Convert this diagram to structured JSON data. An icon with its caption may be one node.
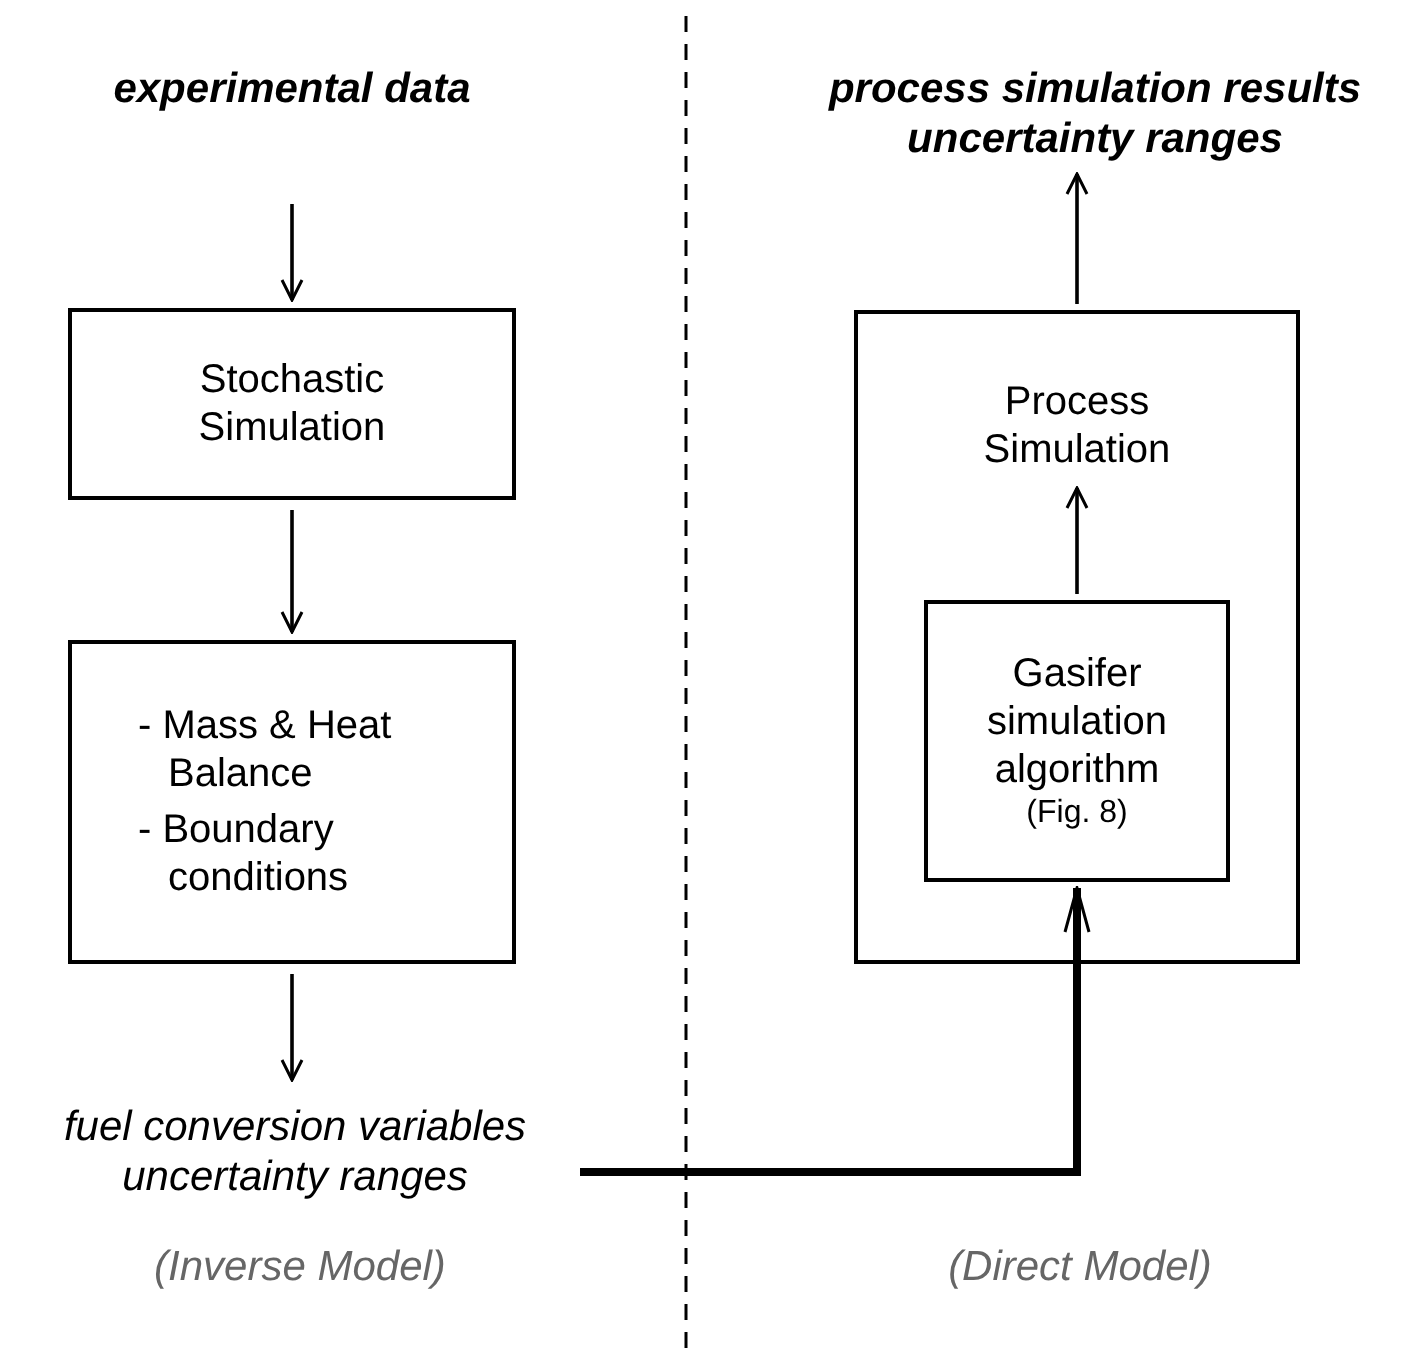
{
  "diagram": {
    "nodes": [
      {
        "text": [
          "experimental data"
        ]
      },
      {
        "text": [
          "Stochastic Simulation"
        ]
      },
      {
        "text": [
          "- Mass & Heat Balance",
          "- Boundary conditions"
        ]
      },
      {
        "text": [
          "fuel conversion variables uncertainty ranges"
        ]
      },
      {
        "text": [
          "process simulation results uncertainty ranges"
        ]
      },
      {
        "text": [],
        "shape": "box"
      },
      {
        "text": [
          "Process Simulation"
        ],
        "in": 5
      },
      {
        "text": [
          "Gasifer simulation algorithm",
          "(Fig. 8)"
        ],
        "in": 5
      }
    ],
    "edges": [
      {
        "from": 0,
        "to": 1,
        "arrow": "to"
      },
      {
        "from": 1,
        "to": 2,
        "arrow": "to"
      },
      {
        "from": 2,
        "to": 3,
        "arrow": "to"
      },
      {
        "from": 3,
        "to": 7,
        "arrow": "to",
        "style": "thick"
      },
      {
        "from": 7,
        "to": 6,
        "arrow": "to"
      },
      {
        "from": 5,
        "to": 4,
        "arrow": "to"
      }
    ],
    "labels": [
      "(Inverse Model)",
      "(Direct Model)"
    ]
  }
}
